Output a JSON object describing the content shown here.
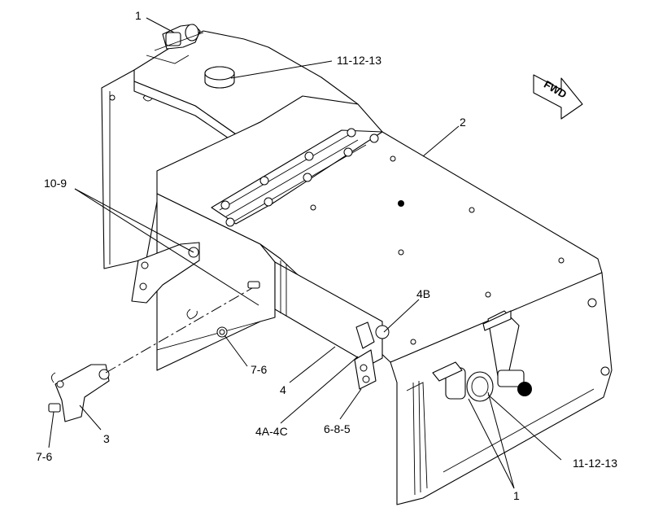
{
  "callouts": {
    "c1_top": "1",
    "c11_12_13_top": "11-12-13",
    "c2": "2",
    "c10_9": "10-9",
    "c4b": "4B",
    "c7_6_mid": "7-6",
    "c4": "4",
    "c4a_4c": "4A-4C",
    "c6_8_5": "6-8-5",
    "c3": "3",
    "c7_6_left": "7-6",
    "c11_12_13_bottom": "11-12-13",
    "c1_bottom": "1"
  },
  "fwd_arrow": {
    "label": "FWD"
  }
}
